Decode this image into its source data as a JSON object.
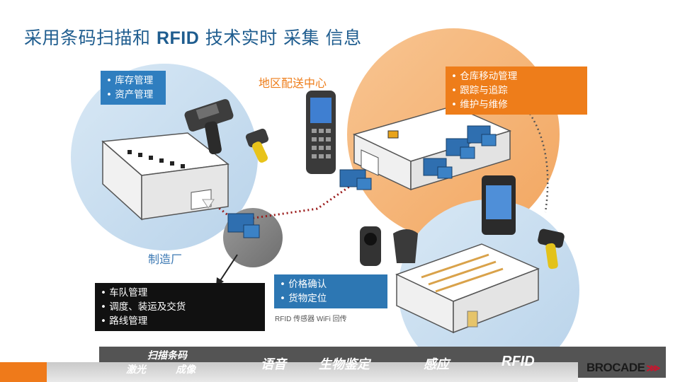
{
  "title": {
    "part1": "采用条码扫描和 ",
    "part2": "RFID",
    "part3": " 技术实时  采集  信息"
  },
  "captions": {
    "distribution_center": "地区配送中心",
    "factory": "制造厂",
    "rfid_note": "RFID 传感器 WiFi 回传"
  },
  "callouts": {
    "inventory": [
      "库存管理",
      "资产管理"
    ],
    "warehouse": [
      "仓库移动管理",
      "跟踪与追踪",
      "维护与维修"
    ],
    "fleet": [
      "车队管理",
      "调度、装运及交货",
      "路线管理"
    ],
    "retail": [
      "价格确认",
      "货物定位"
    ]
  },
  "bottom_bar": {
    "scan_line1": "扫描条码",
    "scan_laser": "激光",
    "scan_imaging": "成像",
    "voice": "语音",
    "biometric": "生物鉴定",
    "sensing": "感应",
    "rfid": "RFID"
  },
  "brand": {
    "name": "BROCADE"
  },
  "colors": {
    "title_blue": "#1f5d8f",
    "accent_orange": "#ee7d1a",
    "callout_blue": "#2f7ebf",
    "circle_blue": "#c6dcee",
    "circle_orange": "#f5b57a",
    "bar_gray": "#545454"
  }
}
